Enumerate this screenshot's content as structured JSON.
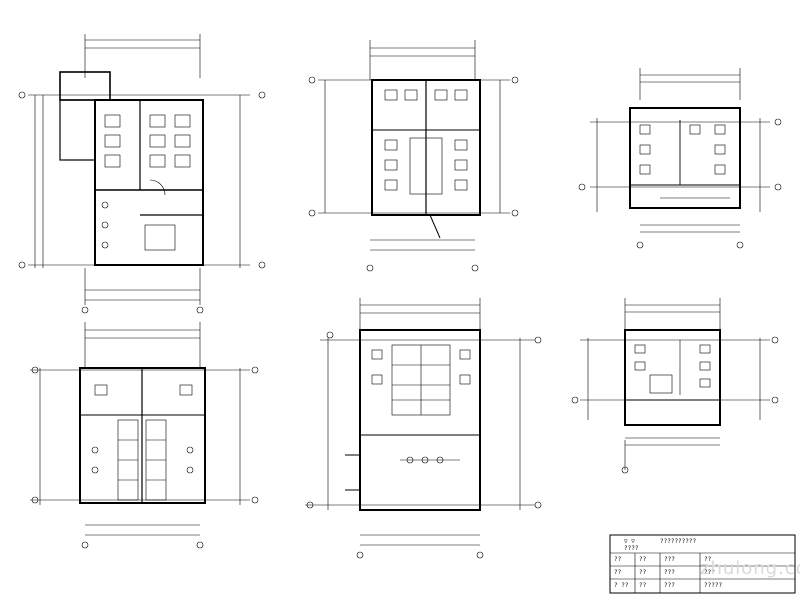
{
  "drawing": {
    "sheet_type": "architectural floor plans",
    "plan_count": 6,
    "line_color": "#000000",
    "background": "#ffffff"
  },
  "title_block": {
    "row1_left": "▽ ▽",
    "row1_right": "??????????",
    "row2_left": "????",
    "rows": [
      [
        "??",
        "??",
        "???",
        "??"
      ],
      [
        "??",
        "??",
        "???",
        "???"
      ],
      [
        "? ??",
        "??",
        "???",
        "?????"
      ]
    ]
  },
  "watermark": "zhulong.com"
}
